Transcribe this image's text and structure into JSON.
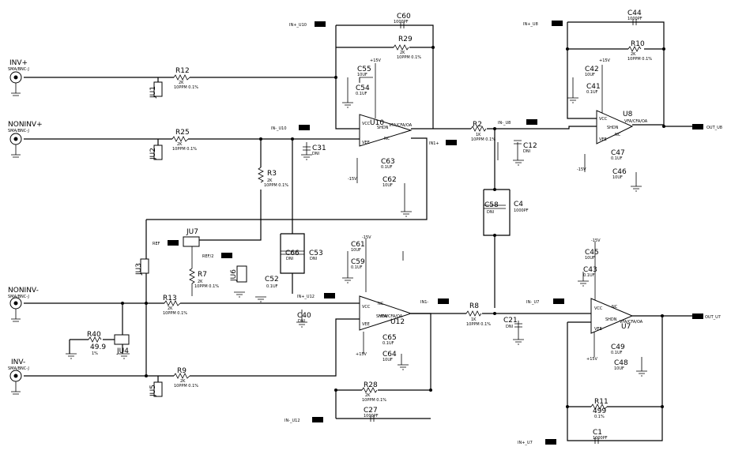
{
  "schematic": {
    "connectors": [
      {
        "ref": "INV+",
        "part": "SMA/BNC-J"
      },
      {
        "ref": "NONINV+",
        "part": "SMA/BNC-J"
      },
      {
        "ref": "NONINV-",
        "part": "SMA/BNC-J"
      },
      {
        "ref": "INV-",
        "part": "SMA/BNC-J"
      }
    ],
    "opamps": [
      {
        "ref": "U10",
        "part": "VFA/CFA/OA"
      },
      {
        "ref": "U12",
        "part": "VFA/CFA/OA"
      },
      {
        "ref": "U8",
        "part": "VFA/CFA/OA"
      },
      {
        "ref": "U7",
        "part": "VFA/CFA/OA"
      }
    ],
    "resistors": [
      {
        "ref": "R12",
        "value": "2K",
        "spec": "10PPM 0.1%"
      },
      {
        "ref": "R25",
        "value": "2K",
        "spec": "10PPM 0.1%"
      },
      {
        "ref": "R3",
        "value": "2K",
        "spec": "10PPM 0.1%"
      },
      {
        "ref": "R7",
        "value": "2K",
        "spec": "10PPM 0.1%"
      },
      {
        "ref": "R13",
        "value": "2K",
        "spec": "10PPM 0.1%"
      },
      {
        "ref": "R9",
        "value": "2K",
        "spec": "10PPM 0.1%"
      },
      {
        "ref": "R40",
        "value": "49.9",
        "spec": "1%"
      },
      {
        "ref": "R29",
        "value": "2K",
        "spec": "10PPM 0.1%"
      },
      {
        "ref": "R28",
        "value": "2K",
        "spec": "10PPM 0.1%"
      },
      {
        "ref": "R2",
        "value": "1K",
        "spec": "10PPM 0.1%"
      },
      {
        "ref": "R8",
        "value": "1K",
        "spec": "10PPM 0.1%"
      },
      {
        "ref": "R10",
        "value": "2K",
        "spec": "10PPM 0.1%"
      },
      {
        "ref": "R11",
        "value": "499",
        "spec": "0.1%"
      }
    ],
    "capacitors": [
      {
        "ref": "C60",
        "value": "1000PF"
      },
      {
        "ref": "C55",
        "value": "10UF"
      },
      {
        "ref": "C54",
        "value": "0.1UF"
      },
      {
        "ref": "C31",
        "value": "DNI"
      },
      {
        "ref": "C63",
        "value": "0.1UF"
      },
      {
        "ref": "C62",
        "value": "10UF"
      },
      {
        "ref": "C66",
        "value": "DNI"
      },
      {
        "ref": "C53",
        "value": "DNI"
      },
      {
        "ref": "C52",
        "value": "0.1UF"
      },
      {
        "ref": "C40",
        "value": "DNI"
      },
      {
        "ref": "C61",
        "value": "10UF"
      },
      {
        "ref": "C59",
        "value": "0.1UF"
      },
      {
        "ref": "C65",
        "value": "0.1UF"
      },
      {
        "ref": "C64",
        "value": "10UF"
      },
      {
        "ref": "C27",
        "value": "1000PF"
      },
      {
        "ref": "C12",
        "value": "DNI"
      },
      {
        "ref": "C58",
        "value": "DNI"
      },
      {
        "ref": "C4",
        "value": "1000PF"
      },
      {
        "ref": "C21",
        "value": "DNI"
      },
      {
        "ref": "C44",
        "value": "1000PF"
      },
      {
        "ref": "C42",
        "value": "10UF"
      },
      {
        "ref": "C41",
        "value": "0.1UF"
      },
      {
        "ref": "C47",
        "value": "0.1UF"
      },
      {
        "ref": "C46",
        "value": "10UF"
      },
      {
        "ref": "C45",
        "value": "10UF"
      },
      {
        "ref": "C43",
        "value": "0.1UF"
      },
      {
        "ref": "C49",
        "value": "0.1UF"
      },
      {
        "ref": "C48",
        "value": "10UF"
      },
      {
        "ref": "C1",
        "value": "1000PF"
      }
    ],
    "jumpers": [
      "JU1",
      "JU2",
      "JU3",
      "JU4",
      "JU5",
      "JU7",
      "JU6"
    ],
    "net_flags": [
      "IN+_U10",
      "IN-_U10",
      "IN+_U12",
      "IN-_U12",
      "IN+_U8",
      "IN-_U8",
      "IN+_U7",
      "IN-_U7",
      "IN1+",
      "IN1-",
      "OUT_U8",
      "OUT_U7",
      "REF",
      "REF/2"
    ],
    "power": [
      "+15V",
      "-15V"
    ],
    "pin_labels": [
      "VCC",
      "VEE",
      "SHDN",
      "NC"
    ]
  }
}
